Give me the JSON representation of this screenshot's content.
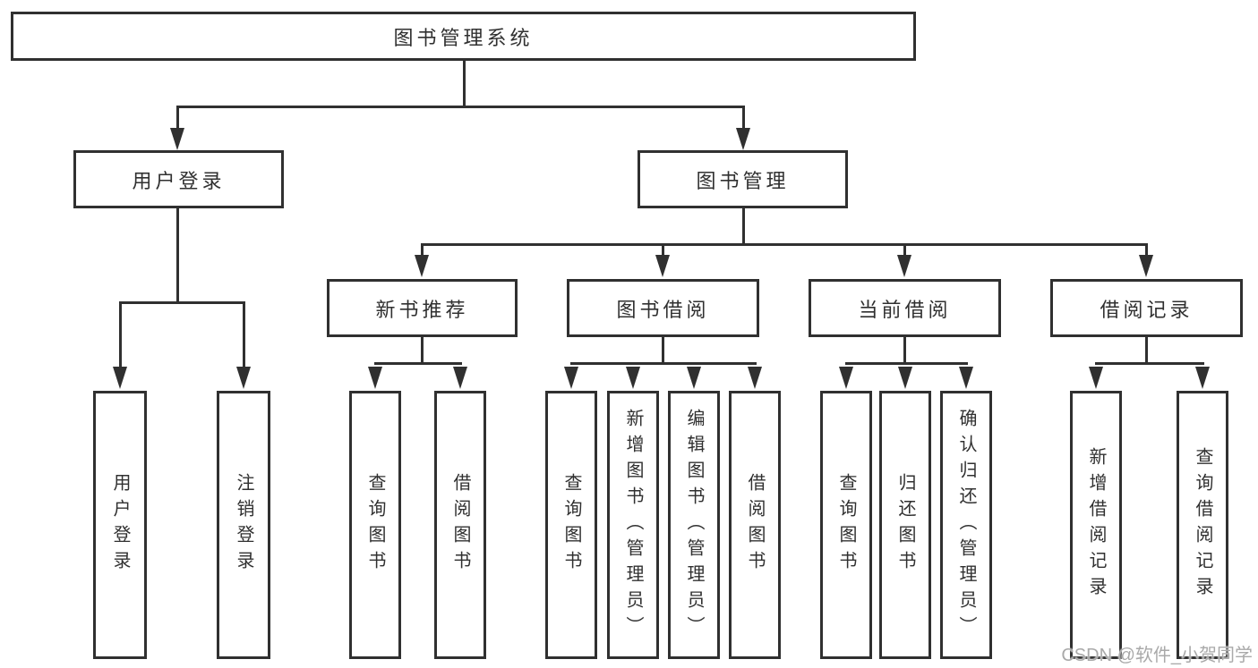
{
  "diagram": {
    "root": {
      "label": "图书管理系统"
    },
    "branches": [
      {
        "label": "用户登录",
        "children": [
          "用户登录",
          "注销登录"
        ]
      },
      {
        "label": "图书管理",
        "sections": [
          {
            "label": "新书推荐",
            "children": [
              "查询图书",
              "借阅图书"
            ]
          },
          {
            "label": "图书借阅",
            "children": [
              "查询图书",
              "新增图书（管理员）",
              "编辑图书（管理员）",
              "借阅图书"
            ]
          },
          {
            "label": "当前借阅",
            "children": [
              "查询图书",
              "归还图书",
              "确认归还（管理员）"
            ]
          },
          {
            "label": "借阅记录",
            "children": [
              "新增借阅记录",
              "查询借阅记录"
            ]
          }
        ]
      }
    ]
  },
  "watermark": {
    "text": "CSDN @软件_小贺同学"
  },
  "colors": {
    "line": "#303030",
    "text": "#303030",
    "watermark": "#a9a9a9",
    "background": "#ffffff"
  }
}
